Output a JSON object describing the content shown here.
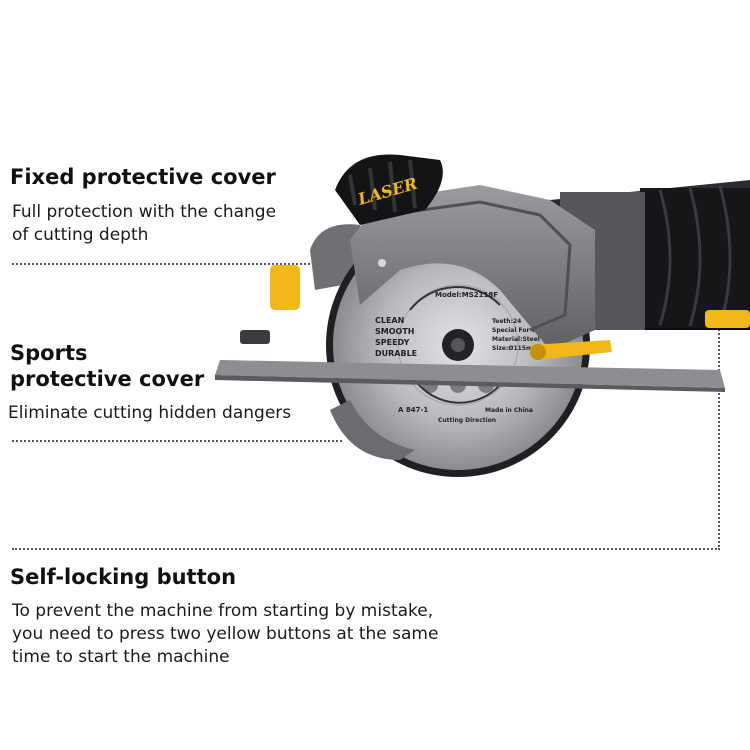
{
  "features": [
    {
      "title": "Fixed protective cover",
      "desc_lines": [
        "Full protection with the change",
        "of cutting depth"
      ]
    },
    {
      "title_lines": [
        "Sports",
        "protective cover"
      ],
      "desc_lines": [
        "Eliminate cutting hidden dangers"
      ]
    },
    {
      "title": "Self-locking button",
      "desc_lines": [
        "To prevent the machine from starting by mistake,",
        "you need to press two yellow buttons at the same",
        "time to start the machine"
      ]
    }
  ],
  "product": {
    "laser_label": "LASER",
    "blade": {
      "model": "Model:MS2118F",
      "text_left": [
        "CLEAN",
        "SMOOTH",
        "SPEEDY",
        "DURABLE"
      ],
      "text_right": [
        "Teeth:24",
        "Special For Wood",
        "Material:Steel 50#",
        "Size:Ø115mm"
      ],
      "code": "A 847-1",
      "cutting_direction": "Cutting Direction",
      "origin": "Made in China"
    }
  },
  "colors": {
    "accent_yellow": "#f2b817",
    "housing_gray": "#7c7d80",
    "body_black": "#1b1c1e",
    "blade_silver": "#b9bbbf"
  }
}
